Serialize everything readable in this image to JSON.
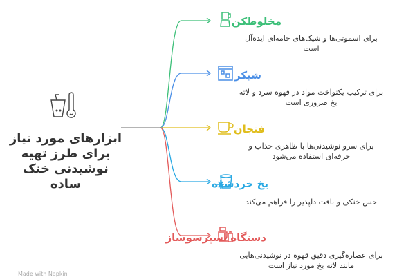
{
  "main": {
    "title_lines": [
      "ابزارهای مورد نیاز",
      "برای طرز تهیه",
      "نوشیدنی خنک ساده"
    ]
  },
  "items": [
    {
      "title": "مخلوطکن",
      "desc": "برای اسموتی‌ها و شیک‌های خامه‌ای ایده‌آل است",
      "color": "#3cbf78",
      "icon": "blender-icon"
    },
    {
      "title": "شیکر",
      "desc": "برای ترکیب یکنواخت مواد در قهوه سرد و لاته یخ ضروری است",
      "color": "#4b8fe6",
      "icon": "ice-glass-icon"
    },
    {
      "title": "فنجان",
      "desc": "برای سرو نوشیدنی‌ها با ظاهری جذاب و حرفه‌ای استفاده می‌شود",
      "color": "#e0bd1c",
      "icon": "cup-icon"
    },
    {
      "title": "یخ خردشده",
      "desc": "حس خنکی و بافت دلپذیر را فراهم می‌کند",
      "color": "#2aa9e3",
      "icon": "crushed-ice-icon"
    },
    {
      "title": "دستگاه اسپرسوساز",
      "desc": "برای عصاره‌گیری دقیق قهوه در نوشیدنی‌هایی مانند لاته یخ مورد نیاز است",
      "color": "#e35a5a",
      "icon": "espresso-machine-icon"
    }
  ],
  "footer": "Made with Napkin"
}
